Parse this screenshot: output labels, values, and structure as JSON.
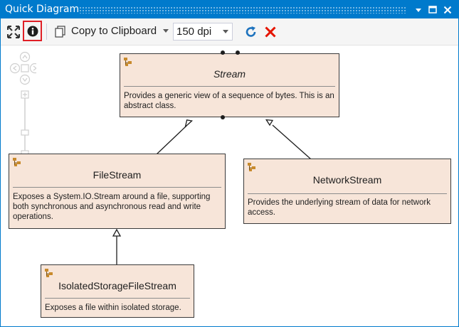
{
  "window": {
    "title": "Quick Diagram"
  },
  "toolbar": {
    "copy_label": "Copy to Clipboard",
    "dpi_value": "150 dpi",
    "dpi_options": [
      "150 dpi"
    ]
  },
  "colors": {
    "titlebar": "#007acc",
    "class_fill": "#f7e5d9",
    "highlight_border": "#e01f26",
    "refresh": "#1e73be",
    "delete": "#e51400"
  },
  "icons": [
    "dock-icon",
    "maximize-icon",
    "close-icon",
    "fit-to-window-icon",
    "info-icon",
    "copy-icon",
    "dropdown-arrow-icon",
    "refresh-icon",
    "delete-icon",
    "class-icon"
  ],
  "diagram": {
    "classes": [
      {
        "name": "Stream",
        "description": "Provides a generic view of a sequence of bytes. This is an abstract class.",
        "abstract": true
      },
      {
        "name": "FileStream",
        "description": "Exposes a System.IO.Stream around a file, supporting both synchronous and asynchronous read and write operations."
      },
      {
        "name": "NetworkStream",
        "description": "Provides the underlying stream of data for network access."
      },
      {
        "name": "IsolatedStorageFileStream",
        "description": "Exposes a file within isolated storage."
      }
    ],
    "inheritance": [
      {
        "from": "FileStream",
        "to": "Stream"
      },
      {
        "from": "NetworkStream",
        "to": "Stream"
      },
      {
        "from": "IsolatedStorageFileStream",
        "to": "FileStream"
      }
    ]
  }
}
